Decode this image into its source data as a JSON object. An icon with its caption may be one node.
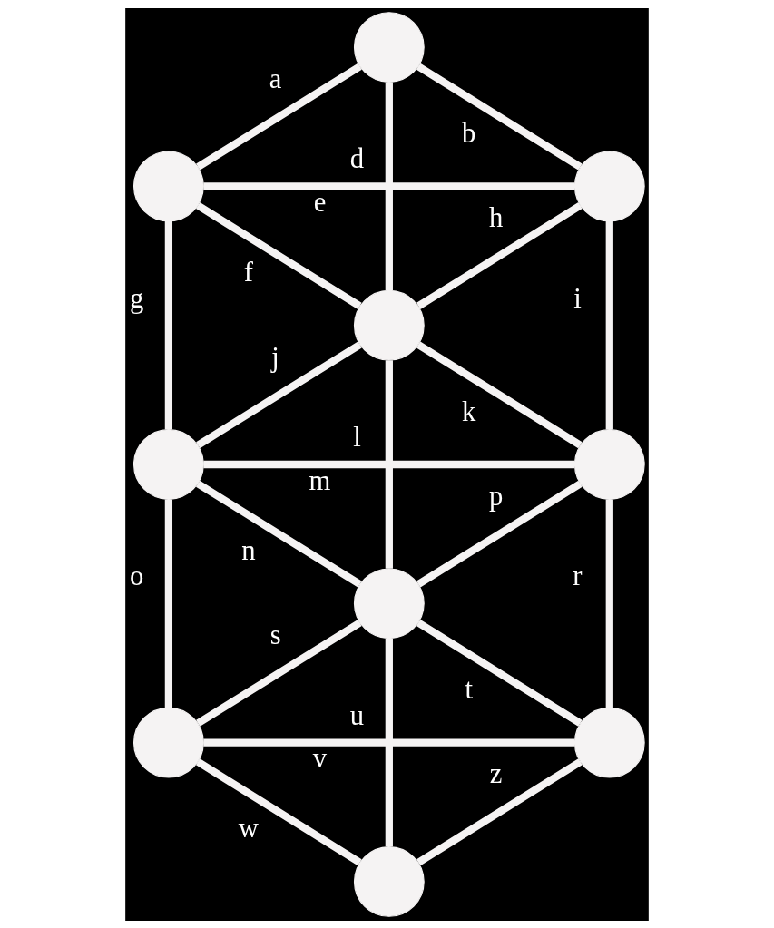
{
  "diagram": {
    "nodes": [
      {
        "text": [],
        "shape": "circle"
      },
      {
        "text": [],
        "shape": "circle"
      },
      {
        "text": [],
        "shape": "circle"
      },
      {
        "text": [],
        "shape": "circle"
      },
      {
        "text": [],
        "shape": "circle"
      },
      {
        "text": [],
        "shape": "circle"
      },
      {
        "text": [],
        "shape": "circle"
      },
      {
        "text": [],
        "shape": "circle"
      },
      {
        "text": [],
        "shape": "circle"
      },
      {
        "text": [],
        "shape": "circle"
      }
    ],
    "edges": [
      {
        "from": 0,
        "to": 1,
        "arrow": "none",
        "label": "a"
      },
      {
        "from": 0,
        "to": 2,
        "arrow": "none",
        "label": "b"
      },
      {
        "from": 0,
        "to": 3,
        "arrow": "none",
        "label": "d"
      },
      {
        "from": 1,
        "to": 2,
        "arrow": "none",
        "label": "e"
      },
      {
        "from": 1,
        "to": 3,
        "arrow": "none",
        "label": "f"
      },
      {
        "from": 1,
        "to": 4,
        "arrow": "none",
        "label": "g"
      },
      {
        "from": 2,
        "to": 3,
        "arrow": "none",
        "label": "h"
      },
      {
        "from": 2,
        "to": 5,
        "arrow": "none",
        "label": "i"
      },
      {
        "from": 3,
        "to": 4,
        "arrow": "none",
        "label": "j"
      },
      {
        "from": 3,
        "to": 5,
        "arrow": "none",
        "label": "k"
      },
      {
        "from": 3,
        "to": 6,
        "arrow": "none",
        "label": "l"
      },
      {
        "from": 4,
        "to": 5,
        "arrow": "none",
        "label": "m"
      },
      {
        "from": 4,
        "to": 6,
        "arrow": "none",
        "label": "n"
      },
      {
        "from": 4,
        "to": 7,
        "arrow": "none",
        "label": "o"
      },
      {
        "from": 5,
        "to": 6,
        "arrow": "none",
        "label": "p"
      },
      {
        "from": 5,
        "to": 8,
        "arrow": "none",
        "label": "r"
      },
      {
        "from": 6,
        "to": 7,
        "arrow": "none",
        "label": "s"
      },
      {
        "from": 6,
        "to": 8,
        "arrow": "none",
        "label": "t"
      },
      {
        "from": 6,
        "to": 9,
        "arrow": "none",
        "label": "u"
      },
      {
        "from": 7,
        "to": 8,
        "arrow": "none",
        "label": "v"
      },
      {
        "from": 7,
        "to": 9,
        "arrow": "none",
        "label": "w"
      },
      {
        "from": 8,
        "to": 9,
        "arrow": "none",
        "label": "z"
      }
    ]
  }
}
